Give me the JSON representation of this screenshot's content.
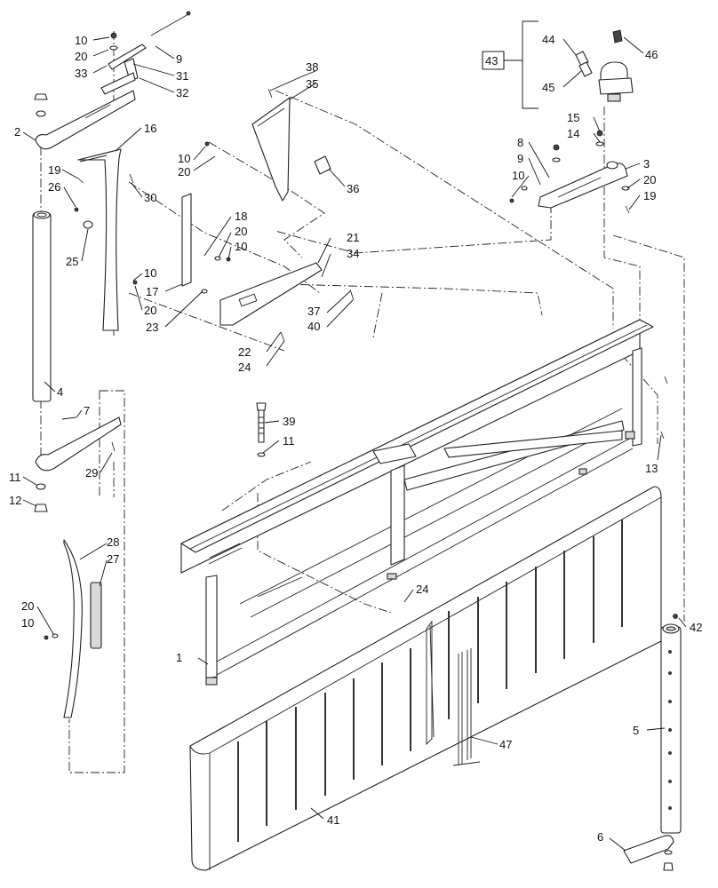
{
  "callouts": {
    "c1": "1",
    "c2": "2",
    "c3": "3",
    "c4": "4",
    "c5": "5",
    "c6": "6",
    "c7": "7",
    "c8": "8",
    "c9a": "9",
    "c9b": "9",
    "c10a": "10",
    "c10b": "10",
    "c10c": "10",
    "c10d": "10",
    "c10e": "10",
    "c10f": "10",
    "c11a": "11",
    "c11b": "11",
    "c12": "12",
    "c13": "13",
    "c14": "14",
    "c15": "15",
    "c16": "16",
    "c17": "17",
    "c18": "18",
    "c19a": "19",
    "c19b": "19",
    "c20a": "20",
    "c20b": "20",
    "c20c": "20",
    "c20d": "20",
    "c20e": "20",
    "c20f": "20",
    "c21": "21",
    "c22": "22",
    "c23": "23",
    "c24a": "24",
    "c24b": "24",
    "c25": "25",
    "c26": "26",
    "c27": "27",
    "c28": "28",
    "c29": "29",
    "c30": "30",
    "c31": "31",
    "c32": "32",
    "c33": "33",
    "c34": "34",
    "c35": "35",
    "c36": "36",
    "c37": "37",
    "c38": "38",
    "c39": "39",
    "c40": "40",
    "c41": "41",
    "c42": "42",
    "c43": "43",
    "c44": "44",
    "c45": "45",
    "c46": "46",
    "c47": "47"
  }
}
